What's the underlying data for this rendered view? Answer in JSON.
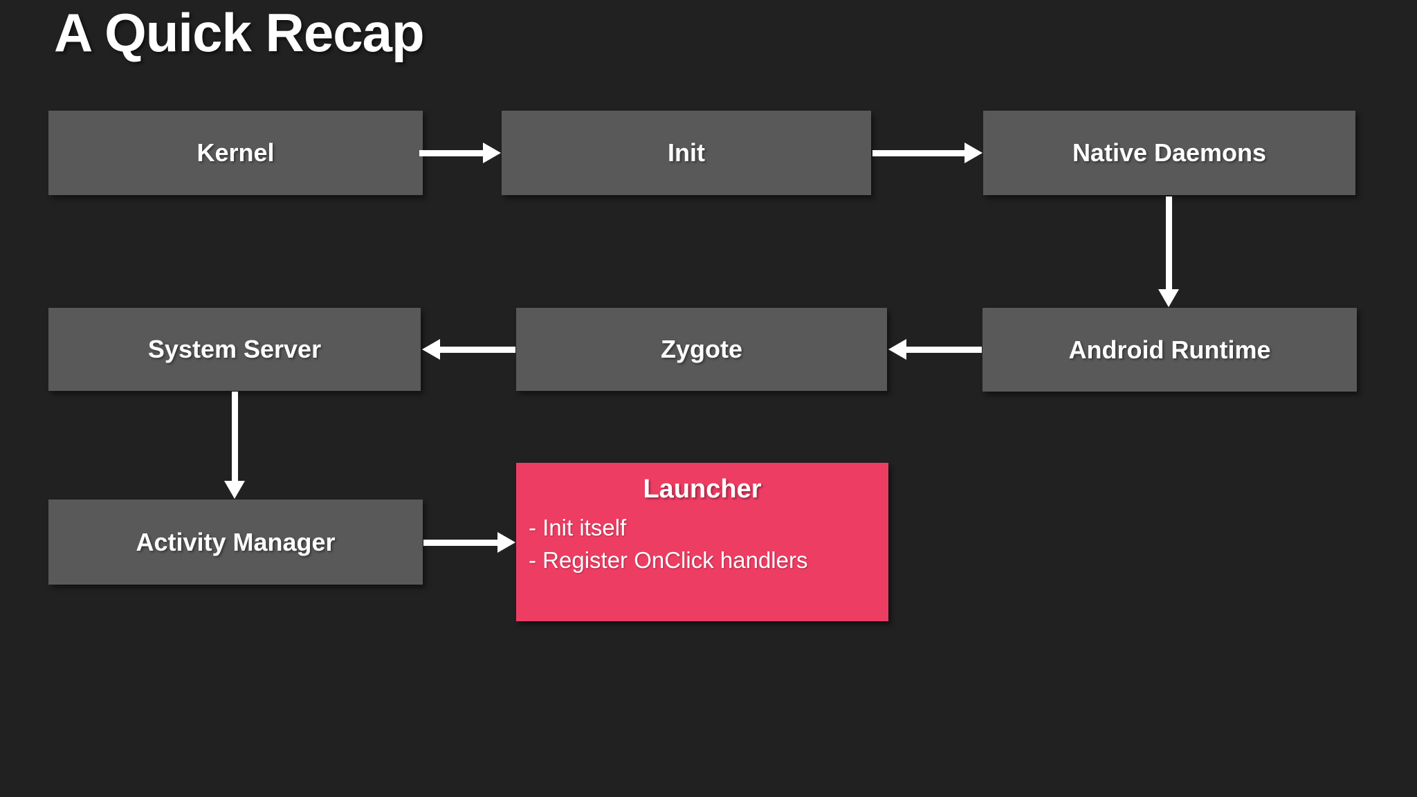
{
  "slide": {
    "title": "A Quick Recap",
    "colors": {
      "background": "#212121",
      "node_fill": "#595959",
      "accent": "#ee3d63",
      "text": "#ffffff",
      "arrow": "#ffffff"
    }
  },
  "diagram": {
    "nodes": [
      {
        "id": "kernel",
        "label": "Kernel"
      },
      {
        "id": "init",
        "label": "Init"
      },
      {
        "id": "native_daemons",
        "label": "Native Daemons"
      },
      {
        "id": "android_runtime",
        "label": "Android Runtime"
      },
      {
        "id": "zygote",
        "label": "Zygote"
      },
      {
        "id": "system_server",
        "label": "System Server"
      },
      {
        "id": "activity_manager",
        "label": "Activity Manager"
      },
      {
        "id": "launcher",
        "label": "Launcher",
        "highlighted": true,
        "details": [
          "- Init itself",
          "- Register OnClick handlers"
        ]
      }
    ],
    "edges": [
      {
        "from": "kernel",
        "to": "init",
        "direction": "right"
      },
      {
        "from": "init",
        "to": "native_daemons",
        "direction": "right"
      },
      {
        "from": "native_daemons",
        "to": "android_runtime",
        "direction": "down"
      },
      {
        "from": "android_runtime",
        "to": "zygote",
        "direction": "left"
      },
      {
        "from": "zygote",
        "to": "system_server",
        "direction": "left"
      },
      {
        "from": "system_server",
        "to": "activity_manager",
        "direction": "down"
      },
      {
        "from": "activity_manager",
        "to": "launcher",
        "direction": "right"
      }
    ]
  }
}
